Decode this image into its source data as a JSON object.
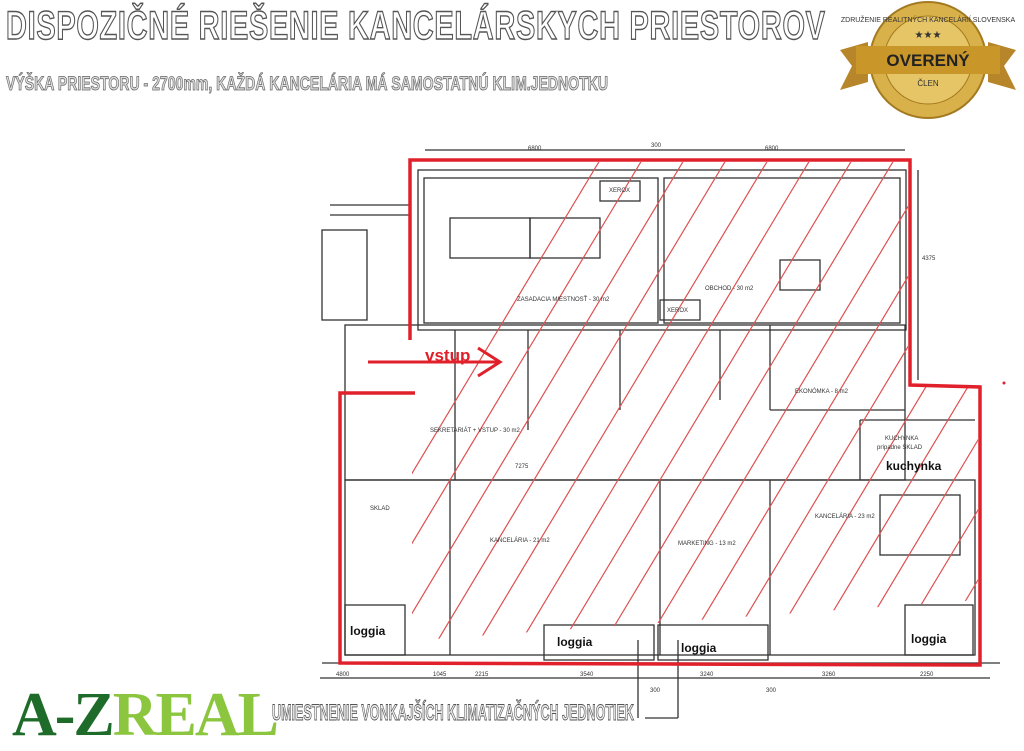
{
  "header": {
    "title": "DISPOZIČNÉ RIEŠENIE KANCELÁRSKYCH PRIESTOROV",
    "subtitle": "VÝŠKA PRIESTORU - 2700mm, KAŽDÁ KANCELÁRIA MÁ SAMOSTATNÚ KLIM.JEDNOTKU"
  },
  "badge": {
    "ring_text": "ZDRUŽENIE REALITNÝCH KANCELÁRIÍ SLOVENSKA",
    "main": "OVERENÝ",
    "sub": "ČLEN",
    "colors": {
      "gold": "#d4a933",
      "ribbon": "#c9962a"
    }
  },
  "plan": {
    "entrance_label": "vstup",
    "rooms": {
      "meeting": "ZASADACIA MIESTNOSŤ - 30 m2",
      "sales": "OBCHOD - 30 m2",
      "secretary": "SEKRETARIÁT + VSTUP - 30 m2",
      "economist": "EKONÓMKA - 8 m2",
      "office21": "KANCELÁRIA - 21 m2",
      "marketing": "MARKETING - 13 m2",
      "office23": "KANCELÁRIA - 23 m2",
      "kitchen_small1": "KUCHYNKA",
      "kitchen_small2": "prípadne SKLAD",
      "storage": "SKLAD",
      "xerox1": "XEROX",
      "xerox2": "XEROX"
    },
    "annotations": {
      "kitchen": "kuchynka",
      "loggia1": "loggia",
      "loggia2": "loggia",
      "loggia3": "loggia",
      "loggia4": "loggia"
    },
    "dimensions": {
      "top": [
        "6800",
        "300",
        "6800"
      ],
      "right": "4375",
      "inner": "7275",
      "bottom": [
        "4800",
        "1045",
        "2215",
        "3540",
        "3240",
        "3260",
        "2250"
      ],
      "bottom_sub": [
        "300",
        "300"
      ]
    },
    "colors": {
      "outline": "#e0202a",
      "hatch": "#e05050",
      "walls": "#333333"
    }
  },
  "footer": {
    "caption": "UMIESTNENIE VONKAJŠÍCH KLIMATIZAČNÝCH JEDNOTIEK",
    "logo_az": "A-Z",
    "logo_real": "REAL"
  }
}
